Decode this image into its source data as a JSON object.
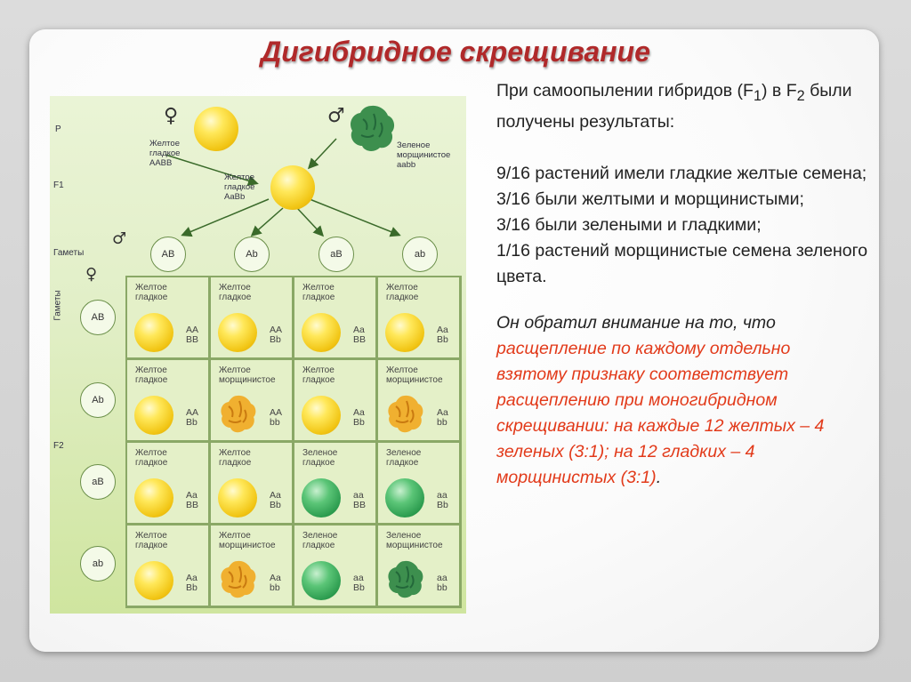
{
  "title": "Дигибридное скрещивание",
  "figure": {
    "row_labels": {
      "p": "P",
      "f1": "F1",
      "gametes": "Гаметы",
      "gametes_vertical": "Гаметы",
      "f2": "F2"
    },
    "parent_female": {
      "label": "Желтое\nгладкое\nAABB"
    },
    "parent_male": {
      "label": "Зеленое\nморщинистое\naabb"
    },
    "f1": {
      "label": "Желтое\nгладкое\nAaBb"
    },
    "gametes_top": [
      "AB",
      "Ab",
      "aB",
      "ab"
    ],
    "gametes_left": [
      "AB",
      "Ab",
      "aB",
      "ab"
    ],
    "symbols": {
      "female": "♀",
      "male": "♂"
    },
    "colors": {
      "yellow": "#f1c514",
      "green": "#2a9a4d",
      "wrinkled_yellow": "#f0b030",
      "wrinkled_green": "#3d8f4e"
    },
    "cells": [
      [
        {
          "phenotype": "Желтое\nгладкое",
          "genotype": "AA\nBB",
          "seed": "yellow-smooth"
        },
        {
          "phenotype": "Желтое\nгладкое",
          "genotype": "AA\nBb",
          "seed": "yellow-smooth"
        },
        {
          "phenotype": "Желтое\nгладкое",
          "genotype": "Aa\nBB",
          "seed": "yellow-smooth"
        },
        {
          "phenotype": "Желтое\nгладкое",
          "genotype": "Aa\nBb",
          "seed": "yellow-smooth"
        }
      ],
      [
        {
          "phenotype": "Желтое\nгладкое",
          "genotype": "AA\nBb",
          "seed": "yellow-smooth"
        },
        {
          "phenotype": "Желтое\nморщинистое",
          "genotype": "AA\nbb",
          "seed": "yellow-wrinkled"
        },
        {
          "phenotype": "Желтое\nгладкое",
          "genotype": "Aa\nBb",
          "seed": "yellow-smooth"
        },
        {
          "phenotype": "Желтое\nморщинистое",
          "genotype": "Aa\nbb",
          "seed": "yellow-wrinkled"
        }
      ],
      [
        {
          "phenotype": "Желтое\nгладкое",
          "genotype": "Aa\nBB",
          "seed": "yellow-smooth"
        },
        {
          "phenotype": "Желтое\nгладкое",
          "genotype": "Aa\nBb",
          "seed": "yellow-smooth"
        },
        {
          "phenotype": "Зеленое\nгладкое",
          "genotype": "aa\nBB",
          "seed": "green-smooth"
        },
        {
          "phenotype": "Зеленое\nгладкое",
          "genotype": "aa\nBb",
          "seed": "green-smooth"
        }
      ],
      [
        {
          "phenotype": "Желтое\nгладкое",
          "genotype": "Aa\nBb",
          "seed": "yellow-smooth"
        },
        {
          "phenotype": "Желтое\nморщинистое",
          "genotype": "Aa\nbb",
          "seed": "yellow-wrinkled"
        },
        {
          "phenotype": "Зеленое\nгладкое",
          "genotype": "aa\nBb",
          "seed": "green-smooth"
        },
        {
          "phenotype": "Зеленое\nморщинистое",
          "genotype": "aa\nbb",
          "seed": "green-wrinkled"
        }
      ]
    ]
  },
  "text": {
    "intro": "При самоопылении гибридов (F",
    "intro_sub1": "1",
    "intro_mid": ") в F",
    "intro_sub2": "2",
    "intro_end": " были получены результаты:",
    "r1": "9/16 растений имели гладкие желтые семена;",
    "r2": "3/16 были желтыми и морщинистыми;",
    "r3": "3/16 были зелеными и гладкими;",
    "r4": "1/16 растений морщинистые семена зеленого цвета.",
    "conc_black": "Он обратил внимание на то, что ",
    "conc_red": "расщепление по каждому отдельно взятому признаку соответствует расщеплению при моногибридном скрещивании: на каждые 12 желтых – 4 зеленых (3:1); на 12 гладких – 4 морщинистых (3:1)",
    "conc_end": "."
  }
}
